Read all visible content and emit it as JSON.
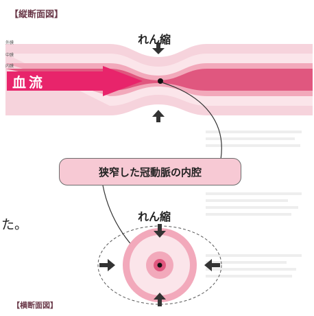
{
  "labels": {
    "longitudinal_section": "【縦断面図】",
    "cross_section": "【横断面図】",
    "layer_outer": "外膜",
    "layer_middle": "中膜",
    "layer_inner": "内膜",
    "blood_flow": "血流",
    "constriction_top": "れん縮",
    "constriction_bottom": "れん縮",
    "narrowed_lumen": "狭窄した冠動脈の内腔",
    "background_fragment": "た。"
  },
  "colors": {
    "outer_wall": "#f6d3dc",
    "middle_wall": "#fbe5ea",
    "inner_wall": "#f2a9bb",
    "lumen": "#e0577f",
    "blood_arrow": "#e8246b",
    "constriction_arrow": "#333333",
    "callout_fill": "#f7c9d4"
  }
}
